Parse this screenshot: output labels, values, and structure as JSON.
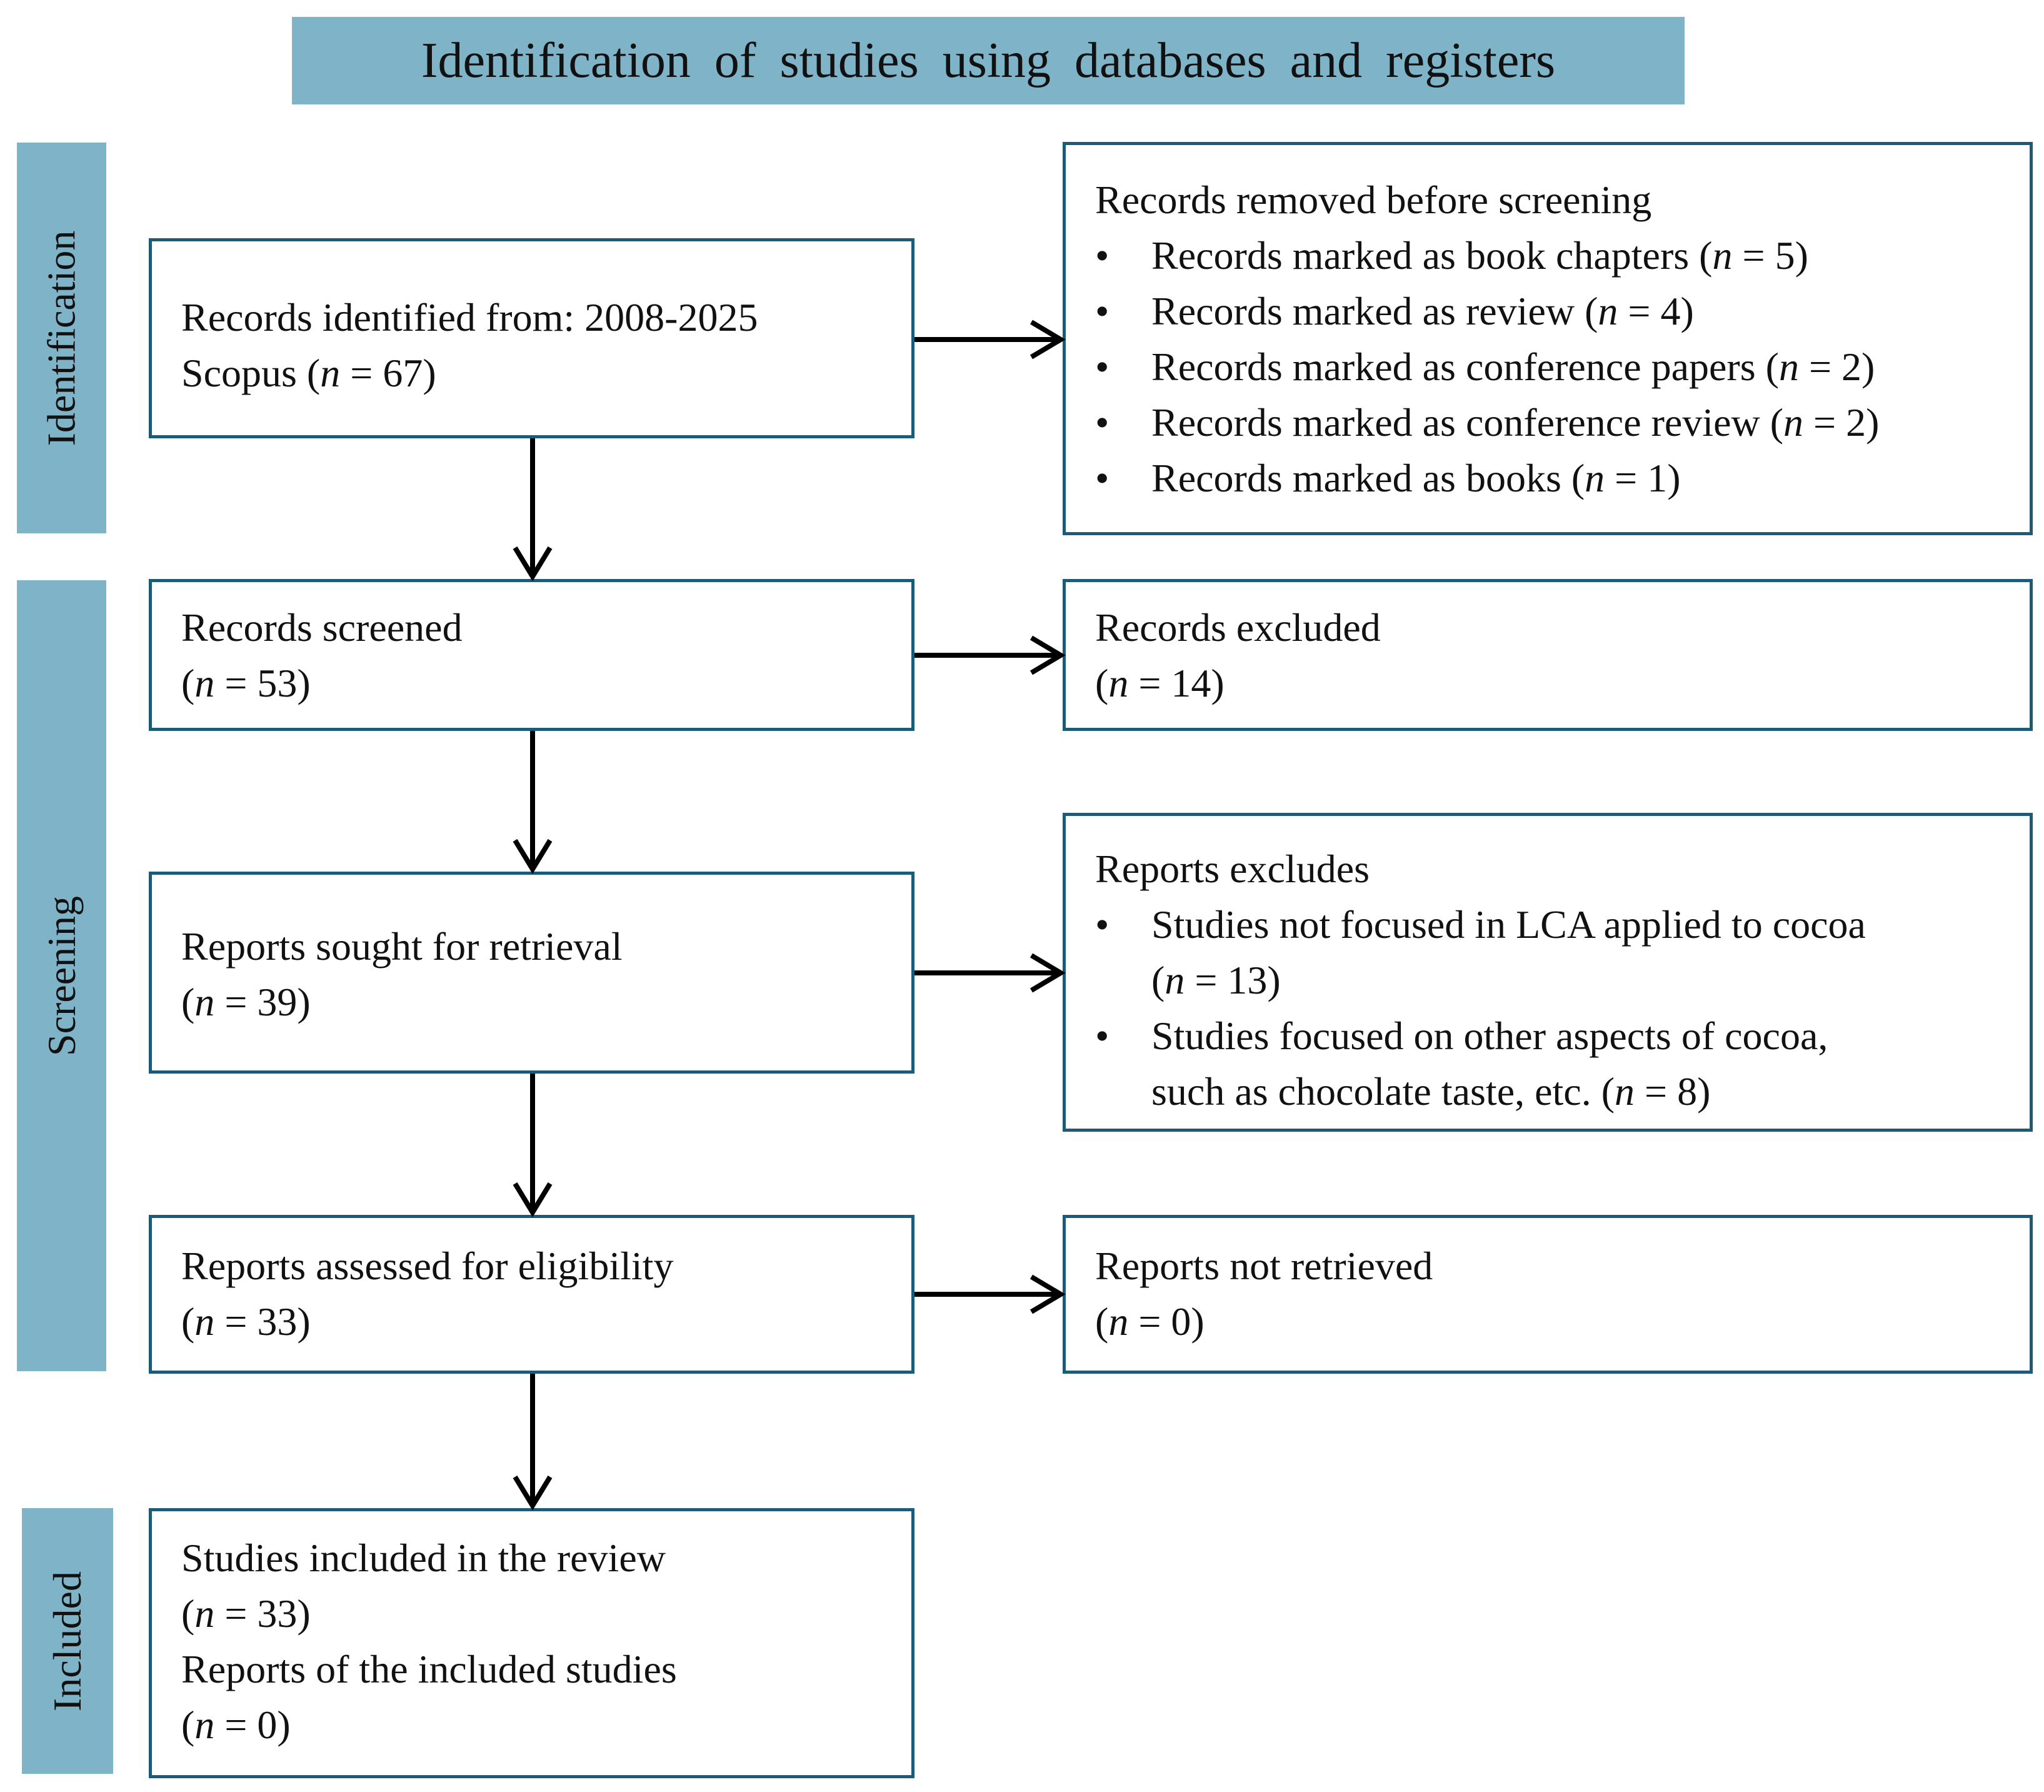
{
  "header": {
    "title": "Identification of studies using databases and registers"
  },
  "phases": {
    "identification": "Identification",
    "screening": "Screening",
    "included": "Included"
  },
  "boxes": {
    "identified": {
      "line1": "Records identified from: 2008-2025",
      "line2_text": "Scopus (",
      "line2_n": "n",
      "line2_val": " = 67)"
    },
    "removed": {
      "title": "Records removed before screening",
      "items": [
        {
          "text": "Records marked as book chapters (",
          "n": "n",
          "val": " = 5)"
        },
        {
          "text": "Records marked as review (",
          "n": "n",
          "val": " = 4)"
        },
        {
          "text": "Records marked as conference papers (",
          "n": "n",
          "val": " = 2)"
        },
        {
          "text": "Records marked as conference review (",
          "n": "n",
          "val": " = 2)"
        },
        {
          "text": "Records marked as books (",
          "n": "n",
          "val": " = 1)"
        }
      ]
    },
    "screened": {
      "title": "Records screened",
      "n_open": "(",
      "n": "n",
      "val": " = 53)"
    },
    "excluded": {
      "title": "Records excluded",
      "n_open": "(",
      "n": "n",
      "val": " = 14)"
    },
    "sought": {
      "title": "Reports sought for retrieval",
      "n_open": "(",
      "n": "n",
      "val": " = 39)"
    },
    "reports_excludes": {
      "title": "Reports excludes",
      "item1_line1": "Studies not focused in LCA  applied to cocoa",
      "item1_line2_open": "(",
      "item1_n": "n",
      "item1_val": " = 13)",
      "item2_line1": "Studies focused on other aspects of cocoa,",
      "item2_line2": "such as chocolate taste, etc. (",
      "item2_n": "n",
      "item2_val": " = 8)"
    },
    "assessed": {
      "title": "Reports assessed for eligibility",
      "n_open": "(",
      "n": "n",
      "val": " = 33)"
    },
    "not_retrieved": {
      "title": "Reports not retrieved",
      "n_open": "(",
      "n": "n",
      "val": " = 0)"
    },
    "included": {
      "line1": "Studies included in the review",
      "line2_open": "(",
      "line2_n": "n",
      "line2_val": " = 33)",
      "line3": "Reports of the included studies",
      "line4_open": "(",
      "line4_n": "n",
      "line4_val": " = 0)"
    }
  },
  "bullet_glyph": "•"
}
